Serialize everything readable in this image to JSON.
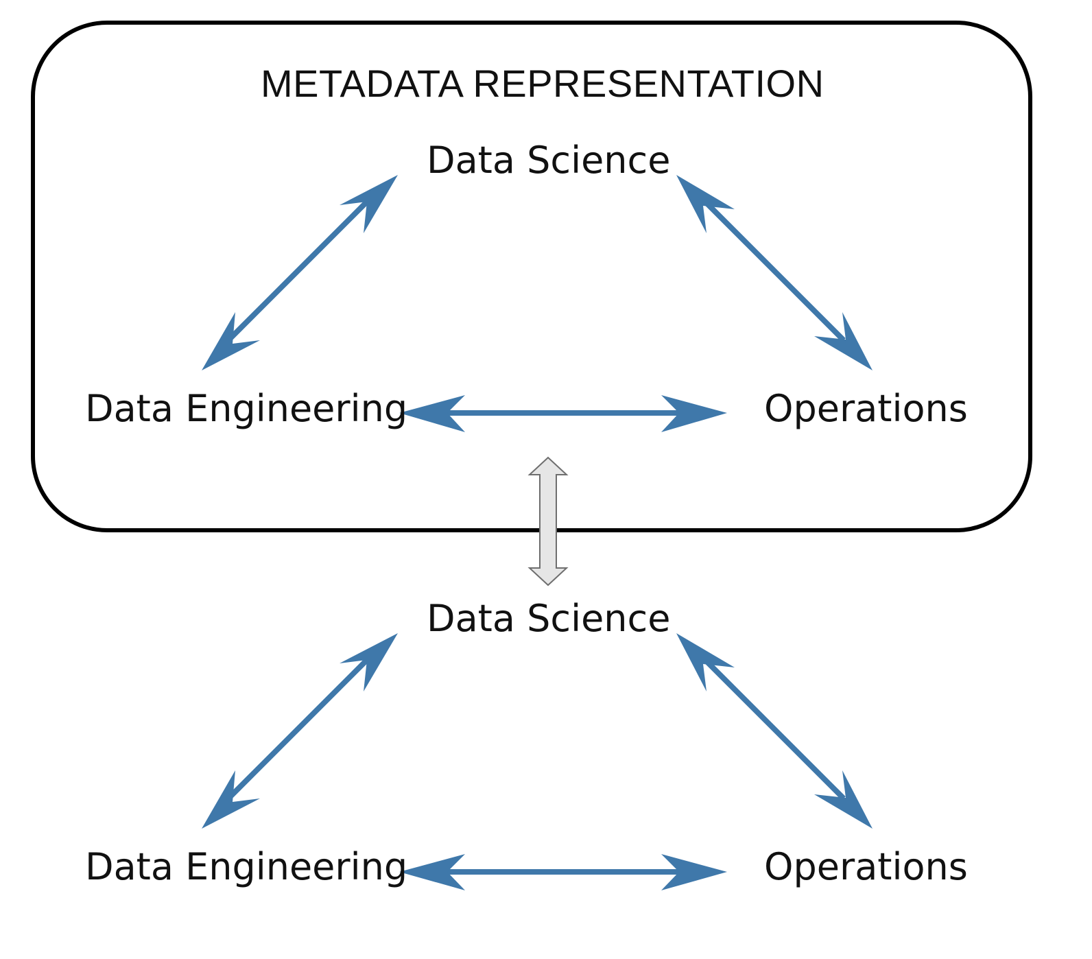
{
  "title": "METADATA  REPRESENTATION",
  "upper": {
    "top": "Data Science",
    "left": "Data Engineering",
    "right": "Operations"
  },
  "lower": {
    "top": "Data Science",
    "left": "Data Engineering",
    "right": "Operations"
  },
  "colors": {
    "arrow": "#3f78aa",
    "connector_fill": "#e6e6e6",
    "connector_stroke": "#6e6e6e",
    "frame": "#000000"
  }
}
